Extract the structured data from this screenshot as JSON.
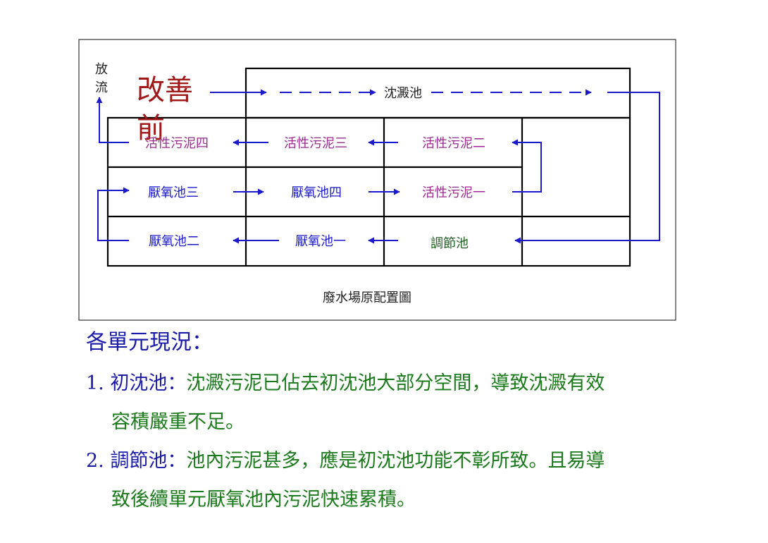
{
  "diagram": {
    "outflow_label": "放流",
    "before_label": "改善前",
    "sedimentation": "沈澱池",
    "sludge4": "活性污泥四",
    "sludge3": "活性污泥三",
    "sludge2": "活性污泥二",
    "sludge1": "活性污泥一",
    "anaerobic3": "厭氧池三",
    "anaerobic4": "厭氧池四",
    "anaerobic2": "厭氧池二",
    "anaerobic1": "厭氧池一",
    "equalization": "調節池",
    "caption": "廢水場原配置圖",
    "colors": {
      "blue": "#1a1acc",
      "purple": "#9a2a8e",
      "darkred": "#a01818",
      "green": "#1b5e1b"
    }
  },
  "notes": {
    "heading": "各單元現況：",
    "item1": {
      "number": "1.",
      "label": "初沈池：",
      "line1": "沈澱污泥已佔去初沈池大部分空間，導致沈澱有效",
      "line2": "容積嚴重不足。"
    },
    "item2": {
      "number": "2.",
      "label": "調節池：",
      "line1": "池內污泥甚多，應是初沈池功能不彰所致。且易導",
      "line2": "致後續單元厭氧池內污泥快速累積。"
    }
  }
}
